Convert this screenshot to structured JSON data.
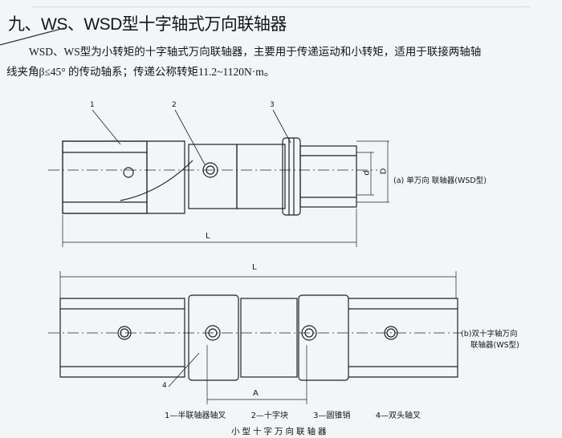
{
  "heading": "九、WS、WSD型十字轴式万向联轴器",
  "paragraph": {
    "line1": "WSD、WS型为小转矩的十字轴式万向联轴器，主要用于传递运动和小转矩，适用于联接两轴轴",
    "line2": "线夹角β≤45° 的传动轴系；传递公称转矩11.2~1120N·m。"
  },
  "figure": {
    "part_numbers": [
      "1",
      "2",
      "3",
      "4"
    ],
    "dimensions": {
      "L": "L",
      "d": "d",
      "D": "D",
      "A": "A"
    },
    "label_a": "(a) 单万向 联轴器(WSD型)",
    "label_b_line1": "(b)双十字轴万向",
    "label_b_line2": "联轴器(WS型)",
    "legend": [
      "1—半联轴器轴叉",
      "2—十字块",
      "3—圆锥销",
      "4—双头轴叉"
    ],
    "caption": "小型十字万向联轴器"
  }
}
